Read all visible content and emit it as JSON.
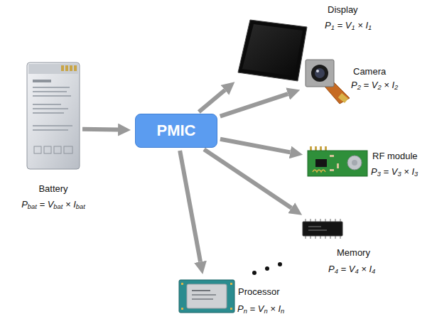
{
  "diagram": {
    "nodes": [
      {
        "text": [
          "Battery",
          "Pbat = Vbat × Ibat"
        ]
      },
      {
        "text": [
          "PMIC"
        ]
      },
      {
        "text": [
          "Display",
          "P1 = V1 × I1"
        ]
      },
      {
        "text": [
          "Camera",
          "P2 = V2 × I2"
        ]
      },
      {
        "text": [
          "RF module",
          "P3 = V3 × I3"
        ]
      },
      {
        "text": [
          "Memory",
          "P4 = V4 × I4"
        ]
      },
      {
        "text": [
          "Processor",
          "Pn = Vn × In"
        ]
      }
    ],
    "edges": [
      {
        "from": 0,
        "to": 1,
        "arrow": "to"
      },
      {
        "from": 1,
        "to": 2,
        "arrow": "to"
      },
      {
        "from": 1,
        "to": 3,
        "arrow": "to"
      },
      {
        "from": 1,
        "to": 4,
        "arrow": "to"
      },
      {
        "from": 1,
        "to": 5,
        "arrow": "to"
      },
      {
        "from": 1,
        "to": 6,
        "arrow": "to"
      }
    ]
  }
}
